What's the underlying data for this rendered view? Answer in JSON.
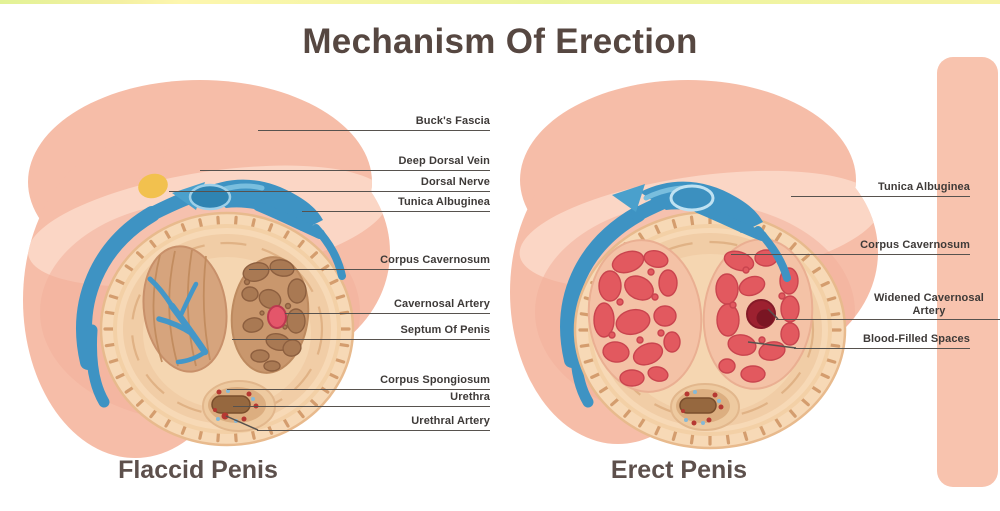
{
  "title": "Mechanism Of Erection",
  "panels": {
    "flaccid": {
      "caption": "Flaccid Penis",
      "labels": {
        "bucks_fascia": "Buck's Fascia",
        "deep_dorsal_vein": "Deep Dorsal Vein",
        "dorsal_nerve": "Dorsal Nerve",
        "tunica_albuginea": "Tunica Albuginea",
        "corpus_cavernosum": "Corpus Cavernosum",
        "cavernosal_artery": "Cavernosal Artery",
        "septum_of_penis": "Septum Of Penis",
        "corpus_spongiosum": "Corpus Spongiosum",
        "urethra": "Urethra",
        "urethral_artery": "Urethral Artery"
      }
    },
    "erect": {
      "caption": "Erect Penis",
      "labels": {
        "tunica_albuginea": "Tunica Albuginea",
        "corpus_cavernosum": "Corpus Cavernosum",
        "widened_cavernosal_artery_line1": "Widened Cavernosal",
        "widened_cavernosal_artery_line2": "Artery",
        "blood_filled_spaces": "Blood-Filled Spaces"
      }
    }
  },
  "colors": {
    "skin": "#f6bda8",
    "skin_highlight": "#fbd6c5",
    "vein_blue": "#3e93c3",
    "nerve_yellow": "#f2c14e",
    "tunica_ring": "#f7d9b6",
    "ring_ticks": "#d49d6e",
    "cavernosum_brown": "#a97953",
    "flaccid_lobe_tan": "#d6a47d",
    "cavernosal_artery_red": "#e4566a",
    "blood_space_red": "#e2595f",
    "widened_artery_dark_red": "#9d2130",
    "urethra_brown": "#96683f",
    "leader_line": "#57524e",
    "label_text": "#3e3a38",
    "heading_text": "#564741",
    "top_strip": "#eef59f",
    "right_bar": "#f8c3ae"
  }
}
